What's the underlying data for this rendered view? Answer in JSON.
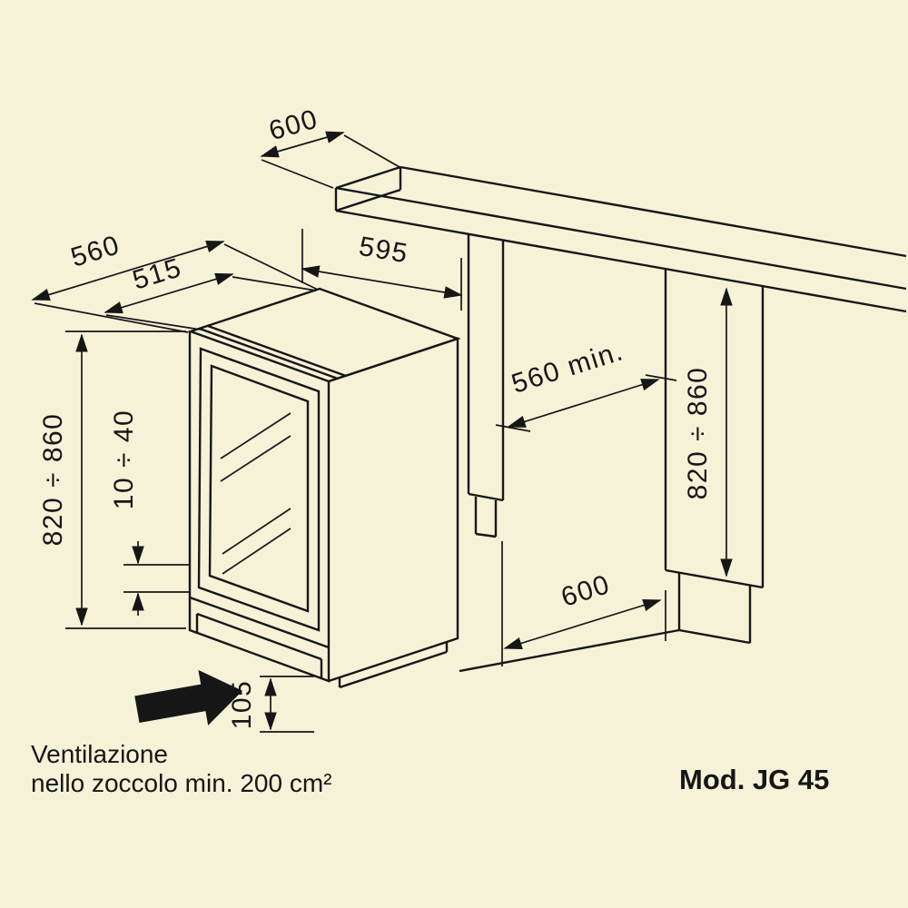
{
  "model": "Mod. JG 45",
  "note": {
    "line1": "Ventilazione",
    "line2": "nello zoccolo min. 200 cm²"
  },
  "dims": {
    "counter_depth": "600",
    "total_depth": "560",
    "body_depth": "515",
    "appliance_width": "595",
    "niche_depth": "560 min.",
    "appliance_height": "820 ÷ 860",
    "feet_adjust": "10 ÷ 40",
    "niche_height": "820 ÷ 860",
    "floor_depth": "600",
    "plinth_height": "105"
  },
  "colors": {
    "background": "#f5f2d8",
    "ink": "#161616"
  }
}
